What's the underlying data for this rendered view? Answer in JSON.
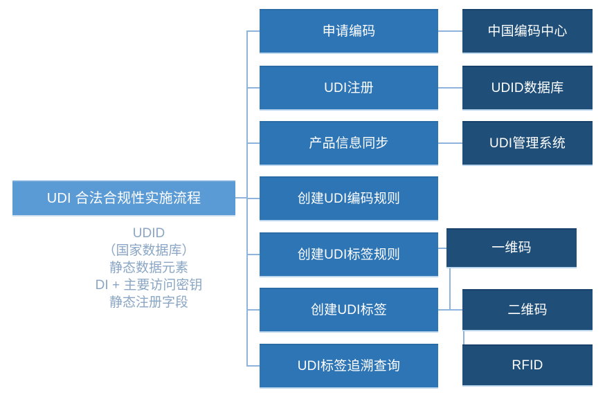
{
  "diagram": {
    "title_text": "UDI 合法合规性实施流程",
    "root": {
      "label": "UDI 合法合规性实施流程",
      "color": "#5b9bd5"
    },
    "note": {
      "lines": "UDID\n（国家数据库）\n静态数据元素\nDI + 主要访问密钥\n静态注册字段",
      "color": "#8aa6c4"
    },
    "colors": {
      "primary": "#2e75b6",
      "secondary": "#1f4e79",
      "root": "#5b9bd5",
      "connector": "#8eb4dd",
      "text": "#ffffff",
      "background": "#ffffff"
    },
    "steps": [
      {
        "label": "申请编码"
      },
      {
        "label": "UDI注册"
      },
      {
        "label": "产品信息同步"
      },
      {
        "label": "创建UDI编码规则"
      },
      {
        "label": "创建UDI标签规则"
      },
      {
        "label": "创建UDI标签"
      },
      {
        "label": "UDI标签追溯查询"
      }
    ],
    "systems": [
      {
        "label": "中国编码中心"
      },
      {
        "label": "UDID数据库"
      },
      {
        "label": "UDI管理系统"
      },
      {
        "label": "一维码"
      },
      {
        "label": "二维码"
      },
      {
        "label": "RFID"
      }
    ]
  }
}
